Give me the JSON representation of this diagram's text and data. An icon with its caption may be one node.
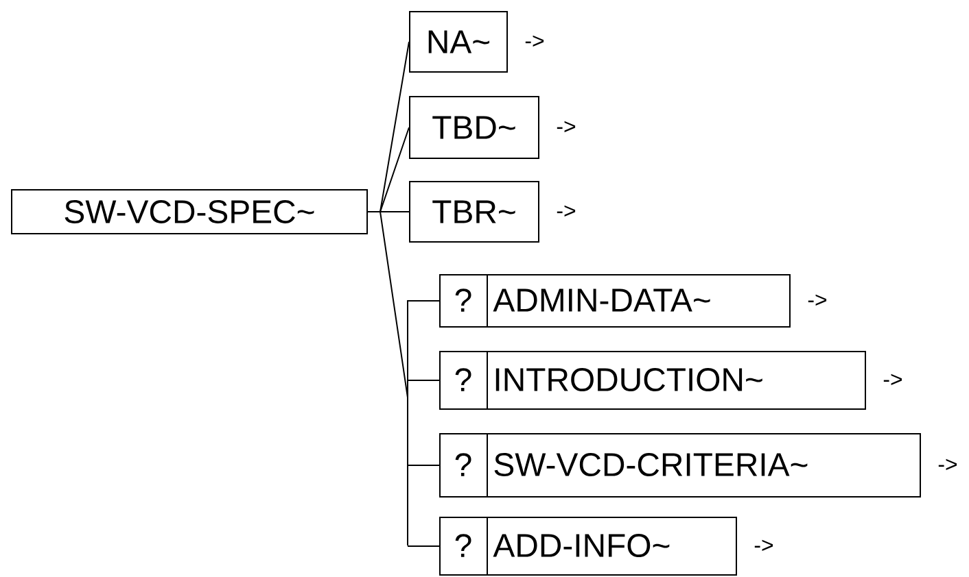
{
  "diagram": {
    "nodes": [
      {
        "text": [
          "SW-VCD-SPEC~"
        ]
      },
      {
        "text": [
          "NA~"
        ],
        "beside": [
          "->"
        ]
      },
      {
        "text": [
          "TBD~"
        ],
        "beside": [
          "->"
        ]
      },
      {
        "text": [
          "TBR~"
        ],
        "beside": [
          "->"
        ]
      },
      {
        "text": [
          "?",
          "ADMIN-DATA~"
        ],
        "beside": [
          "->"
        ]
      },
      {
        "text": [
          "?",
          "INTRODUCTION~"
        ],
        "beside": [
          "->"
        ]
      },
      {
        "text": [
          "?",
          "SW-VCD-CRITERIA~"
        ],
        "beside": [
          "->"
        ]
      },
      {
        "text": [
          "?",
          "ADD-INFO~"
        ],
        "beside": [
          "->"
        ]
      }
    ],
    "edges": [
      {
        "from": 0,
        "to": 1,
        "arrow": "none"
      },
      {
        "from": 0,
        "to": 2,
        "arrow": "none"
      },
      {
        "from": 0,
        "to": 3,
        "arrow": "none"
      },
      {
        "from": 0,
        "to": 4,
        "arrow": "none"
      },
      {
        "from": 0,
        "to": 5,
        "arrow": "none"
      },
      {
        "from": 0,
        "to": 6,
        "arrow": "none"
      },
      {
        "from": 0,
        "to": 7,
        "arrow": "none"
      }
    ]
  }
}
